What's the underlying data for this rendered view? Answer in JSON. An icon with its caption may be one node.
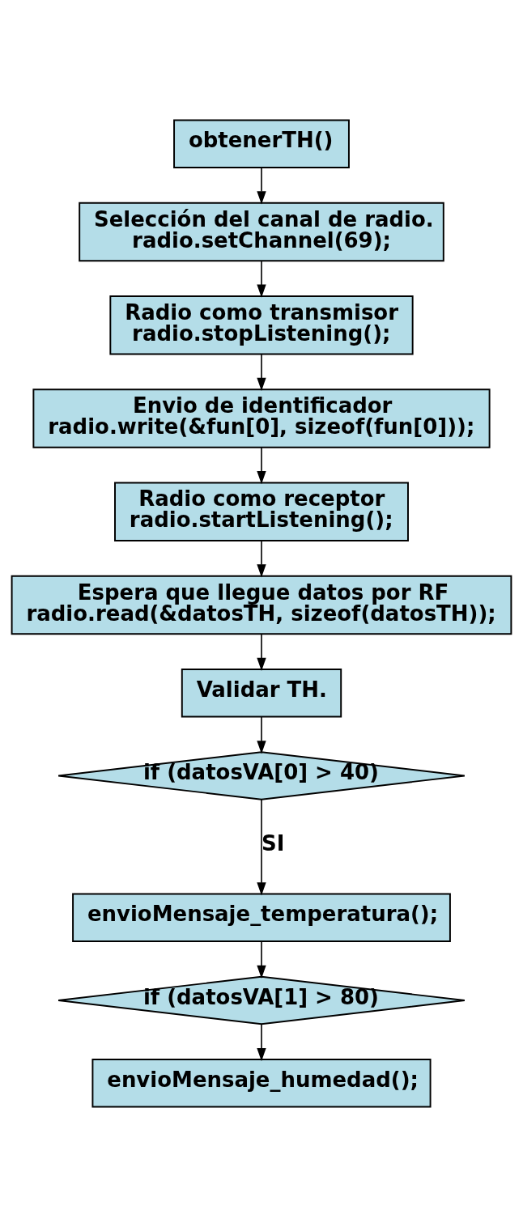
{
  "diagram": {
    "nodes": [
      {
        "text": [
          "obtenerTH()"
        ]
      },
      {
        "text": [
          "Selección del canal de radio. radio.setChannel(69);"
        ]
      },
      {
        "text": [
          "Radio como transmisor radio.stopListening();"
        ]
      },
      {
        "text": [
          "Envio de identificador radio.write(&fun[0], sizeof(fun[0]));"
        ]
      },
      {
        "text": [
          "Radio como receptor radio.startListening();"
        ]
      },
      {
        "text": [
          "Espera que llegue datos por RF radio.read(&datosTH, sizeof(datosTH));"
        ]
      },
      {
        "text": [
          "Validar TH."
        ]
      },
      {
        "text": [
          "if (datosVA[0] > 40)"
        ]
      },
      {
        "text": [
          "envioMensaje_temperatura();"
        ]
      },
      {
        "text": [
          "if (datosVA[1] > 80)"
        ]
      },
      {
        "text": [
          "envioMensaje_humedad();"
        ]
      }
    ],
    "edges": [
      {
        "from": 0,
        "to": 1,
        "arrow": "to"
      },
      {
        "from": 1,
        "to": 2,
        "arrow": "to"
      },
      {
        "from": 2,
        "to": 3,
        "arrow": "to"
      },
      {
        "from": 3,
        "to": 4,
        "arrow": "to"
      },
      {
        "from": 4,
        "to": 5,
        "arrow": "to"
      },
      {
        "from": 5,
        "to": 6,
        "arrow": "to"
      },
      {
        "from": 6,
        "to": 7,
        "arrow": "to"
      },
      {
        "from": 7,
        "to": 8,
        "arrow": "to",
        "label": "SI"
      },
      {
        "from": 8,
        "to": 9,
        "arrow": "to"
      },
      {
        "from": 9,
        "to": 10,
        "arrow": "to"
      }
    ]
  }
}
